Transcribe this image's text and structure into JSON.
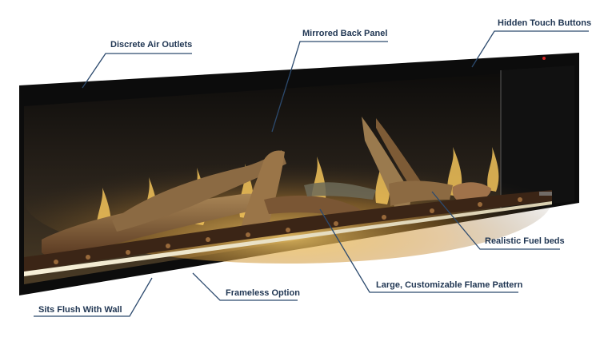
{
  "callouts": {
    "air_outlets": "Discrete Air Outlets",
    "mirrored_panel": "Mirrored Back Panel",
    "touch_buttons": "Hidden Touch Buttons",
    "fuel_beds": "Realistic Fuel beds",
    "flame_pattern": "Large, Customizable Flame Pattern",
    "frameless": "Frameless Option",
    "flush": "Sits Flush With Wall"
  },
  "colors": {
    "label_text": "#1f3552",
    "leader_line": "#2c4a6e",
    "frame": "#0c0c0c"
  }
}
